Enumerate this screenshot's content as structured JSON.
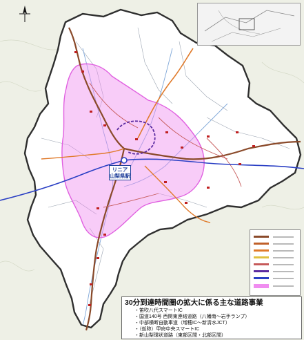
{
  "map": {
    "station": {
      "line1": "リニア",
      "line2": "山梨県駅"
    },
    "callout": {
      "title": "30分到達時間圏の拡大に係る主な道路事業",
      "items": [
        "・笛吹八代スマートIC",
        "・国道140号 西関東連絡道路（八幡南〜岩手ランプ）",
        "・中部横断自動車道（増穂IC〜新清水JCT）",
        "・（仮称）甲府中央スマートIC",
        "・新山梨環状道路（東部区間・北部区間）"
      ]
    },
    "colors": {
      "reach_area": "#f08df0",
      "prefecture_border": "#2f2f2f",
      "linear_line": "#2a3fc4",
      "expressway": "#8a4a2a",
      "national_road": "#e07a2a",
      "background": "#eef0e6"
    }
  }
}
